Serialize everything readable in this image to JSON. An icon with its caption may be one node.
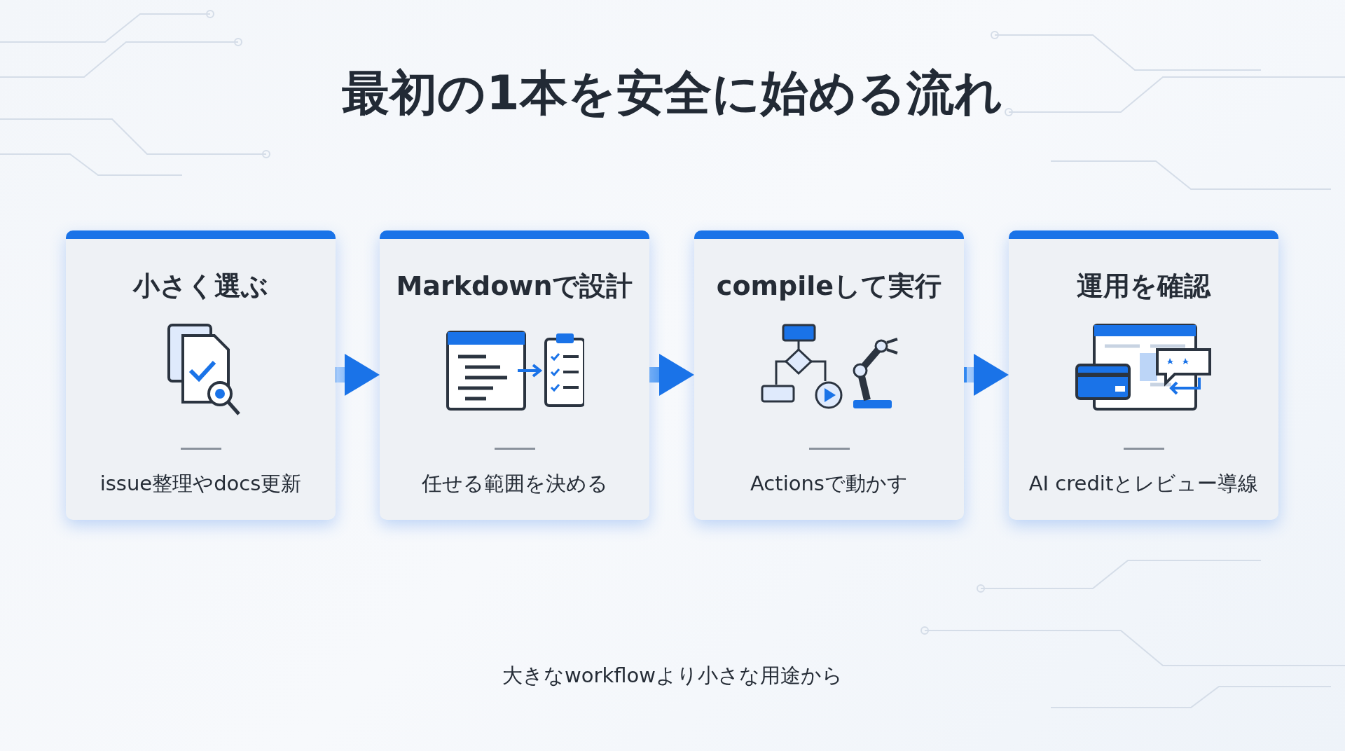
{
  "diagram": {
    "title": "最初の1本を安全に始める流れ",
    "nodes": [
      {
        "text": [
          "小さく選ぶ",
          "issue整理やdocs更新"
        ]
      },
      {
        "text": [
          "Markdownで設計",
          "任せる範囲を決める"
        ]
      },
      {
        "text": [
          "compileして実行",
          "Actionsで動かす"
        ]
      },
      {
        "text": [
          "運用を確認",
          "AI creditとレビュー導線"
        ]
      }
    ],
    "edges": [
      {
        "from": 0,
        "to": 1,
        "arrow": "to"
      },
      {
        "from": 1,
        "to": 2,
        "arrow": "to"
      },
      {
        "from": 2,
        "to": 3,
        "arrow": "to"
      }
    ],
    "caption": "大きなworkflowより小さな用途から"
  }
}
